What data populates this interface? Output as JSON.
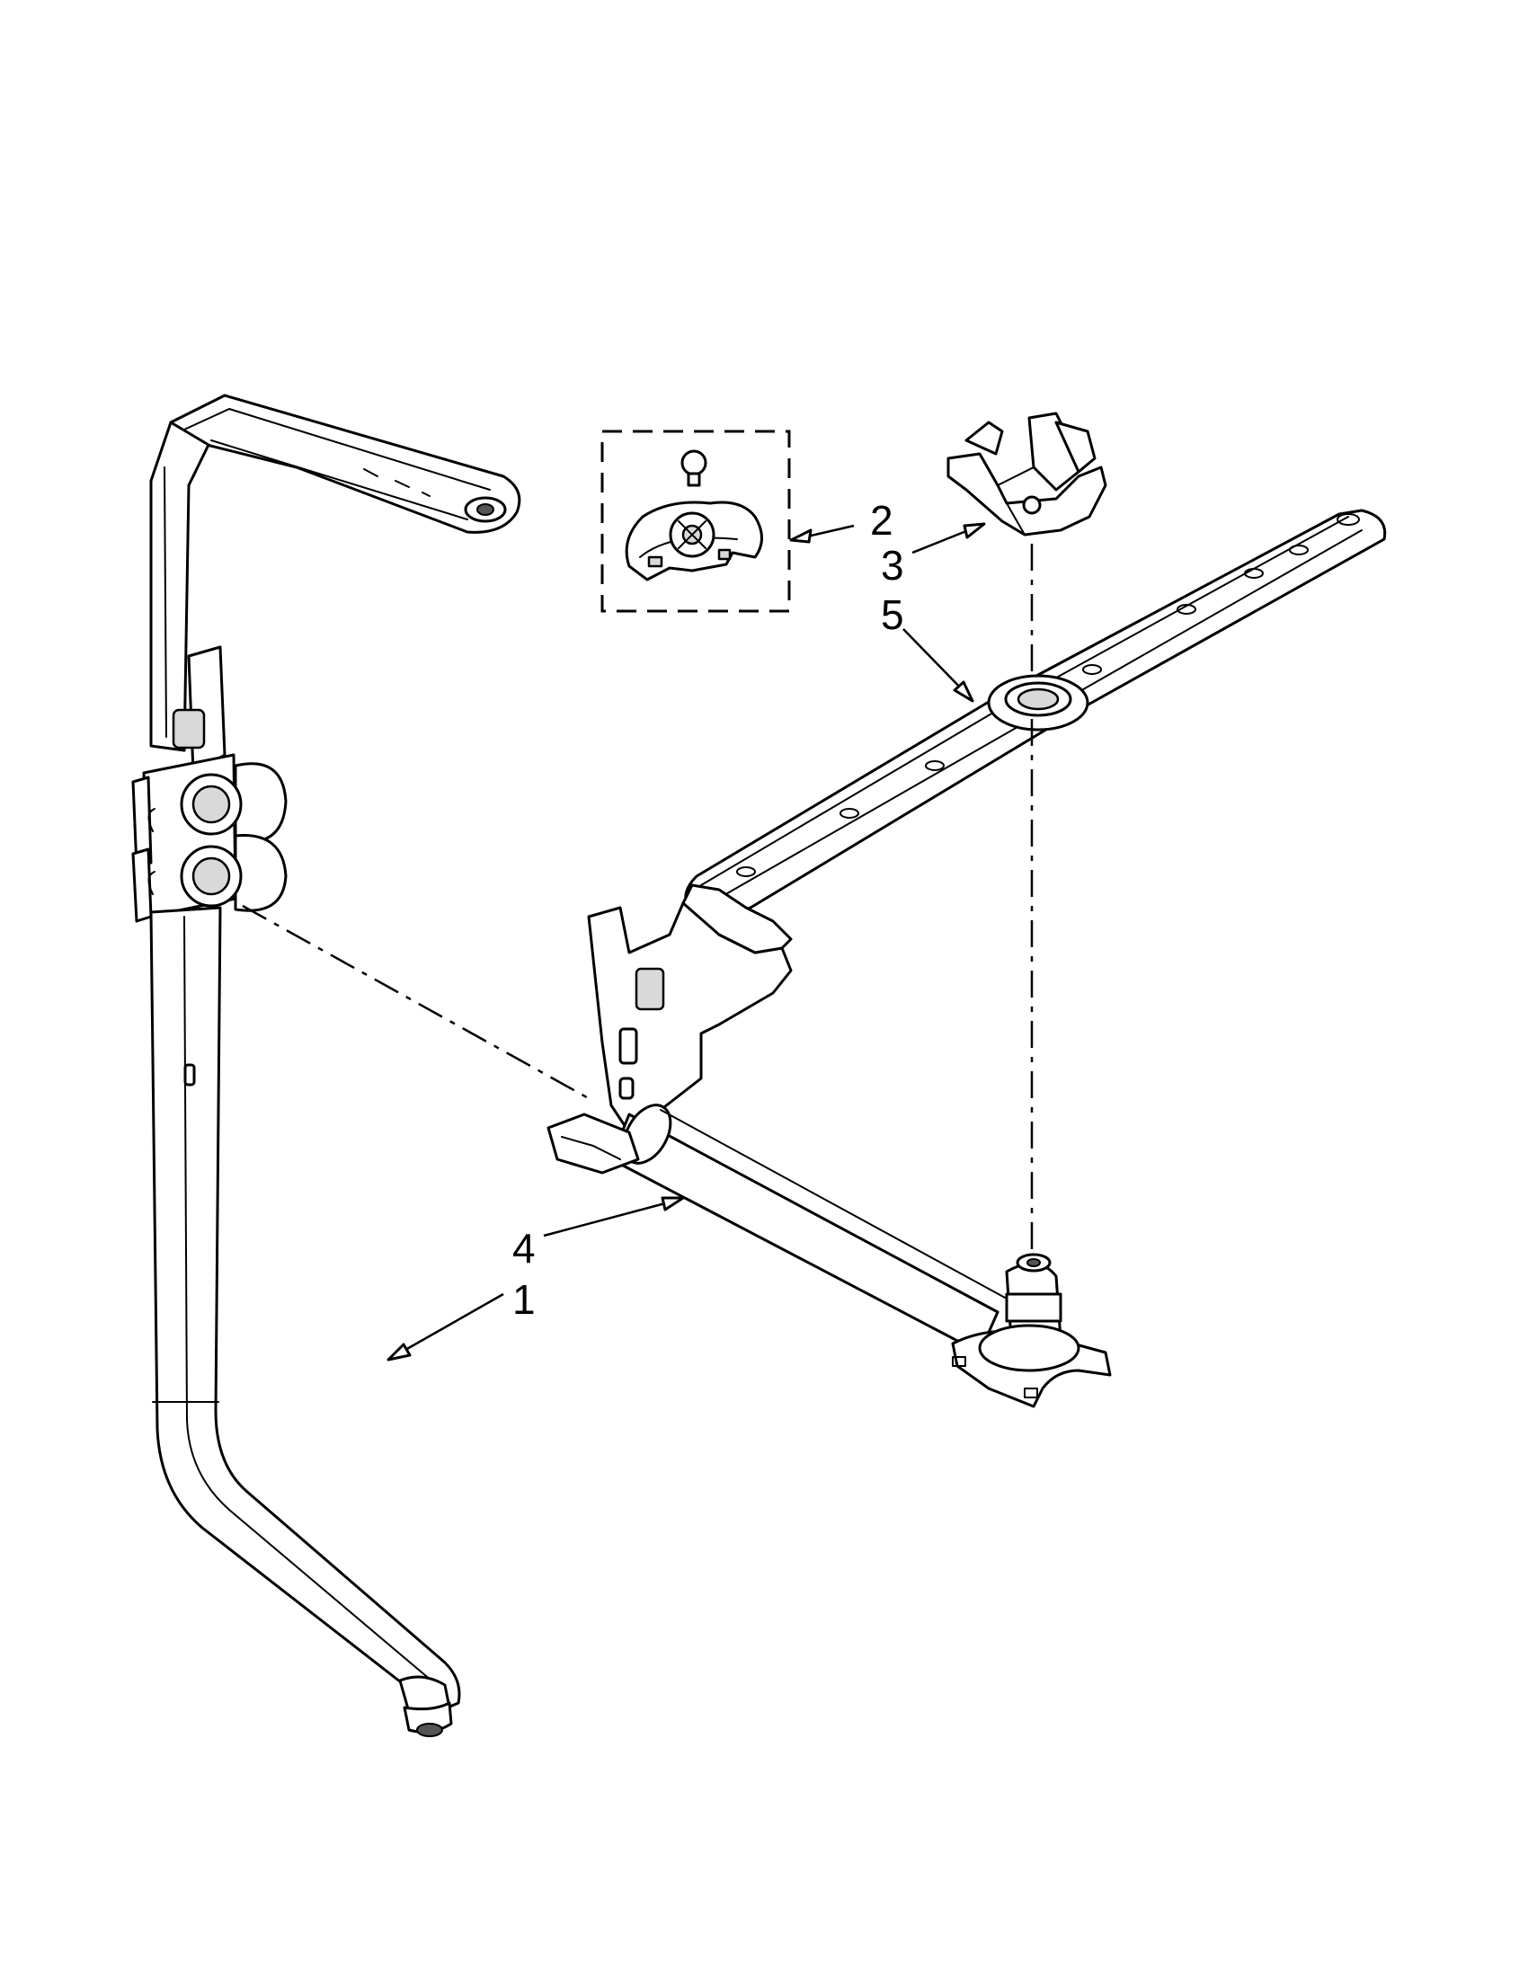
{
  "callouts": {
    "c1": "1",
    "c2": "2",
    "c3": "3",
    "c4": "4",
    "c5": "5"
  },
  "colors": {
    "line": "#000000",
    "background": "#ffffff",
    "shade": "#d9d9d9"
  }
}
